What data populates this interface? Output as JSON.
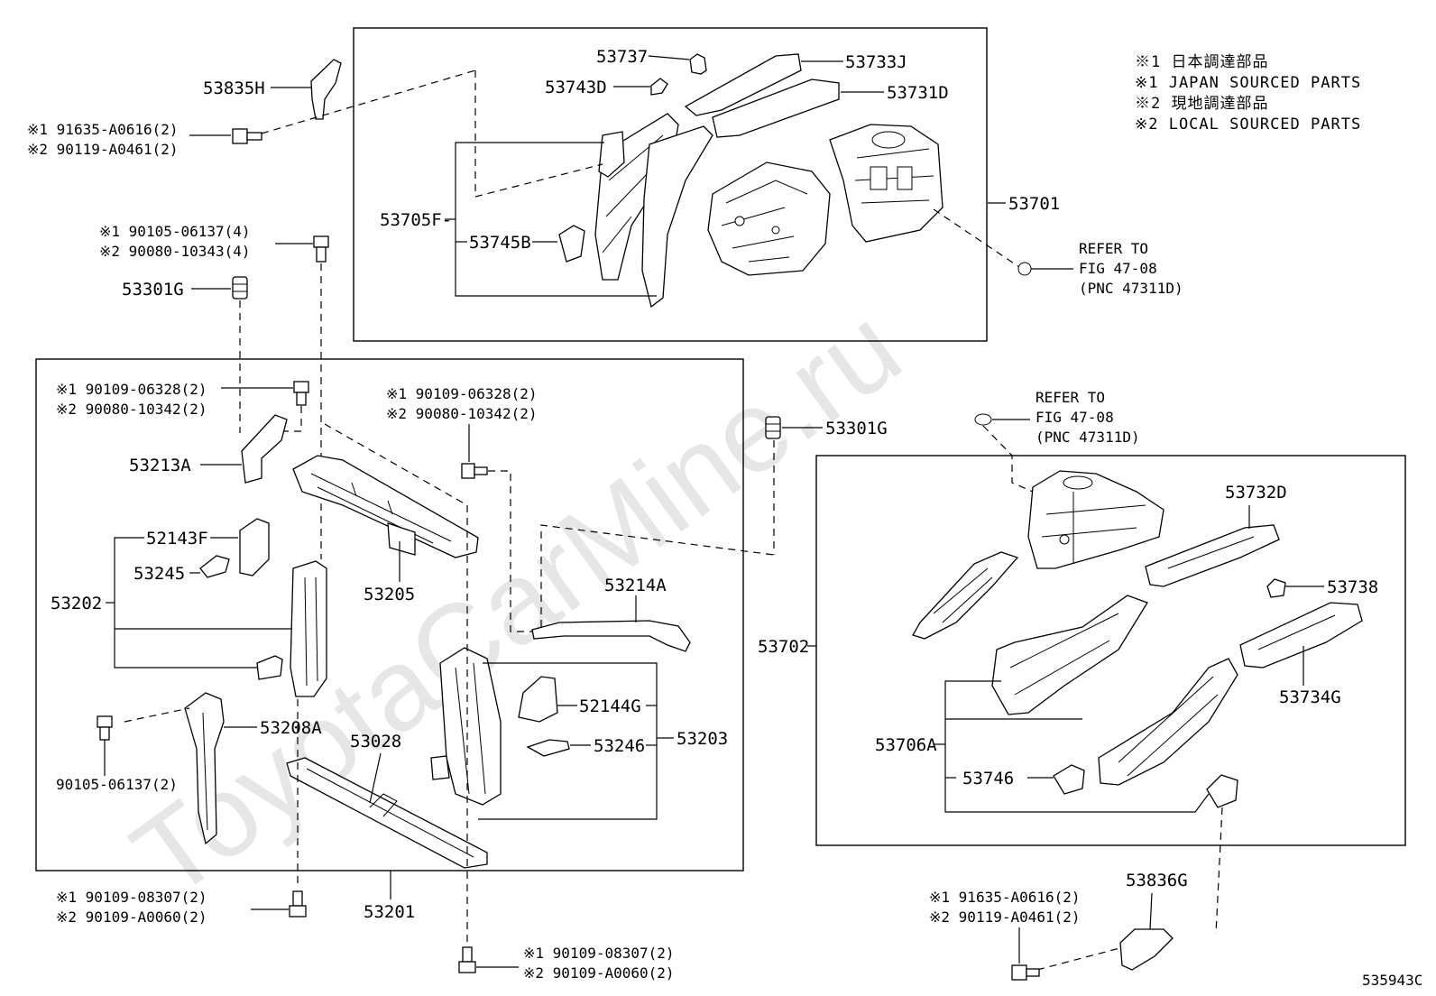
{
  "legend": {
    "l1": "※1 日本調達部品",
    "l2": "※1 JAPAN SOURCED PARTS",
    "l3": "※2 現地調達部品",
    "l4": "※2 LOCAL SOURCED PARTS"
  },
  "watermark": "ToyotaCarMine.ru",
  "diagram_id": "535943C",
  "top_group": {
    "p53737": "53737",
    "p53733j": "53733J",
    "p53743d": "53743D",
    "p53731d": "53731D",
    "p53705f": "53705F-",
    "p53745b": "53745B",
    "p53701": "53701",
    "refer": "REFER TO",
    "fig": "FIG 47-08",
    "pnc": "(PNC 47311D)"
  },
  "top_left": {
    "p53835h": "53835H",
    "bolt_j": "※1  91635-A0616(2)",
    "bolt_l": "※2  90119-A0461(2)",
    "bolt2_j": "※1  90105-06137(4)",
    "bolt2_l": "※2  90080-10343(4)",
    "p53301g": "53301G"
  },
  "left_group": {
    "b1_j": "※1  90109-06328(2)",
    "b1_l": "※2  90080-10342(2)",
    "b2_j": "※1  90109-06328(2)",
    "b2_l": "※2  90080-10342(2)",
    "p53213a": "53213A",
    "p52143f": "52143F",
    "p53245": "53245",
    "p53202": "53202",
    "p53205": "53205",
    "p53214a": "53214A",
    "p52144g": "52144G",
    "p53246": "53246",
    "p53203": "53203",
    "p53208a": "53208A",
    "p53028": "53028",
    "bolt_single": "90105-06137(2)",
    "p53201": "53201"
  },
  "bottom_left": {
    "b_j": "※1  90109-08307(2)",
    "b_l": "※2  90109-A0060(2)",
    "b2_j": "※1  90109-08307(2)",
    "b2_l": "※2 90109-A0060(2)"
  },
  "right_group": {
    "refer": "REFER TO",
    "fig": "FIG 47-08",
    "pnc": "(PNC 47311D)",
    "p53301g": "53301G",
    "p53732d": "53732D",
    "p53738": "53738",
    "p53702": "53702",
    "p53734g": "53734G",
    "p53706a": "53706A",
    "p53746": "53746",
    "p53836g": "53836G",
    "bolt_j": "※1  91635-A0616(2)",
    "bolt_l": "※2  90119-A0461(2)"
  }
}
